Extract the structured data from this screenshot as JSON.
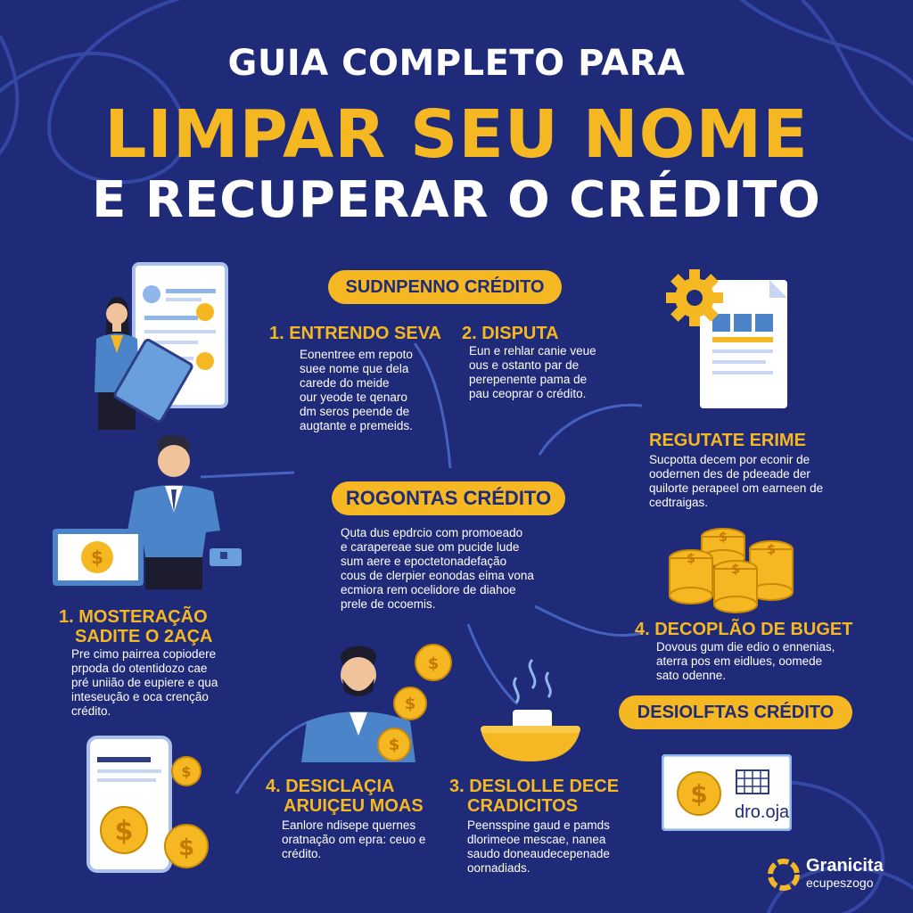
{
  "header": {
    "line1": "GUIA COMPLETO PARA",
    "line2": "LIMPAR SEU NOME",
    "line3": "E RECUPERAR O CRÉDITO"
  },
  "pills": {
    "top": "SUDNPENNO CRÉDITO",
    "middle": "ROGONTAS CRÉDITO",
    "right": "DESIOLFTAS CRÉDITO"
  },
  "sections": {
    "s1": {
      "title": "1. ENTRENDO SEVA",
      "lines": [
        "Eonentree em repoto",
        "suee nome que dela",
        "carede do meide",
        "our yeode te qenaro",
        "dm seros peende de",
        "augtante e premeids."
      ]
    },
    "s2": {
      "title": "2. DISPUTA",
      "lines": [
        "Eun e rehlar canie veue",
        "ous e ostanto par de",
        "perepenente pama de",
        "pau ceoprar o crédito."
      ]
    },
    "regutate": {
      "title": "REGUTATE ERIME",
      "lines": [
        "Sucpotta decem por econir de",
        "oodernen des de pdeeade der",
        "quilorte perapeel om earneen de",
        "cedtraigas."
      ]
    },
    "middle": {
      "lines": [
        "Quta dus epdrcio com promoeado",
        "e carapereae sue om pucide lude",
        "sum aere e epoctetonadefação",
        "cous de clerpier eonodas eima vona",
        "ecmiora rem ocelidore de diahoe",
        "prele de ocoemis."
      ]
    },
    "mosteracao": {
      "title_a": "1. MOSTERAÇÃO",
      "title_b": "SADITE O 2AÇA",
      "lines": [
        "Pre cimo pairrea copiodere",
        "prpoda do otentidozo cae",
        "pré uniião de eupiere e qua",
        "inteseução e oca crenção",
        "crédito."
      ]
    },
    "decoplao": {
      "title": "4. DECOPLÃO DE BUGET",
      "lines": [
        "Dovous gum die edio o ennenias,",
        "aterra pos em eidlues, oomede",
        "sato odenne."
      ]
    },
    "desiclacia": {
      "title_a": "4. DESICLAÇIA",
      "title_b": "ARUIÇEU MOAS",
      "lines": [
        "Eanlore ndisepe quernes",
        "oratnação om epra: ceuo e",
        "crédito."
      ]
    },
    "deslolle": {
      "title_a": "3. DESLOLLE DECE",
      "title_b": "CRADICITOS",
      "lines": [
        "Peensspine gaud e pamds",
        "dlorimeoe mescae, nanea",
        "saudo doneaudecepenade",
        "oornadiads."
      ]
    }
  },
  "card": {
    "text": "dro.oja"
  },
  "brand": {
    "name": "Granicita",
    "tagline": "ecupeszogo"
  },
  "icons": {
    "woman": "woman-with-clipboard-icon",
    "document": "document-with-gear-icon",
    "man": "businessman-with-laptop-icon",
    "coins": "coin-stack-icon",
    "bearded": "man-with-coins-icon",
    "bowl": "steaming-bowl-icon",
    "phone": "phone-with-dollar-icon",
    "card": "card-with-dollar-icon",
    "logo": "granicita-logo-icon"
  },
  "colors": {
    "background": "#1f2a78",
    "accent": "#f5b822",
    "text": "#ffffff"
  }
}
